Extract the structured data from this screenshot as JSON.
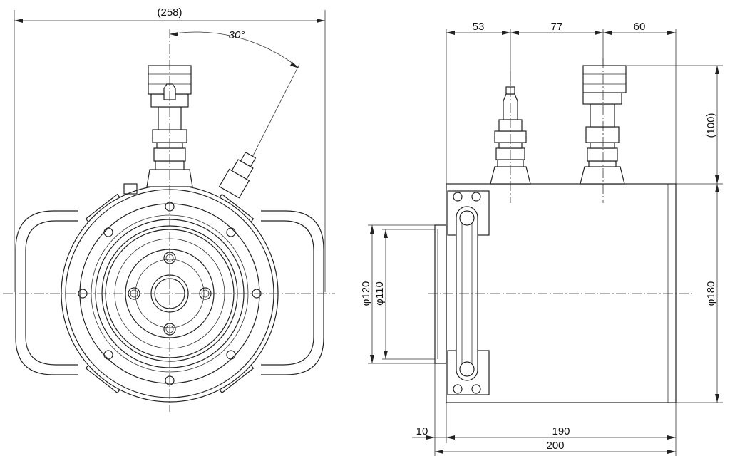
{
  "front_view": {
    "overall_width": "(258)",
    "angle": "30°"
  },
  "side_view": {
    "top_dims": [
      "53",
      "77",
      "60"
    ],
    "height_top": "(100)",
    "dia_outer": "φ120",
    "dia_inner": "φ110",
    "dia_body": "φ180",
    "bottom_dims": {
      "flange": "10",
      "body": "190",
      "total": "200"
    }
  }
}
